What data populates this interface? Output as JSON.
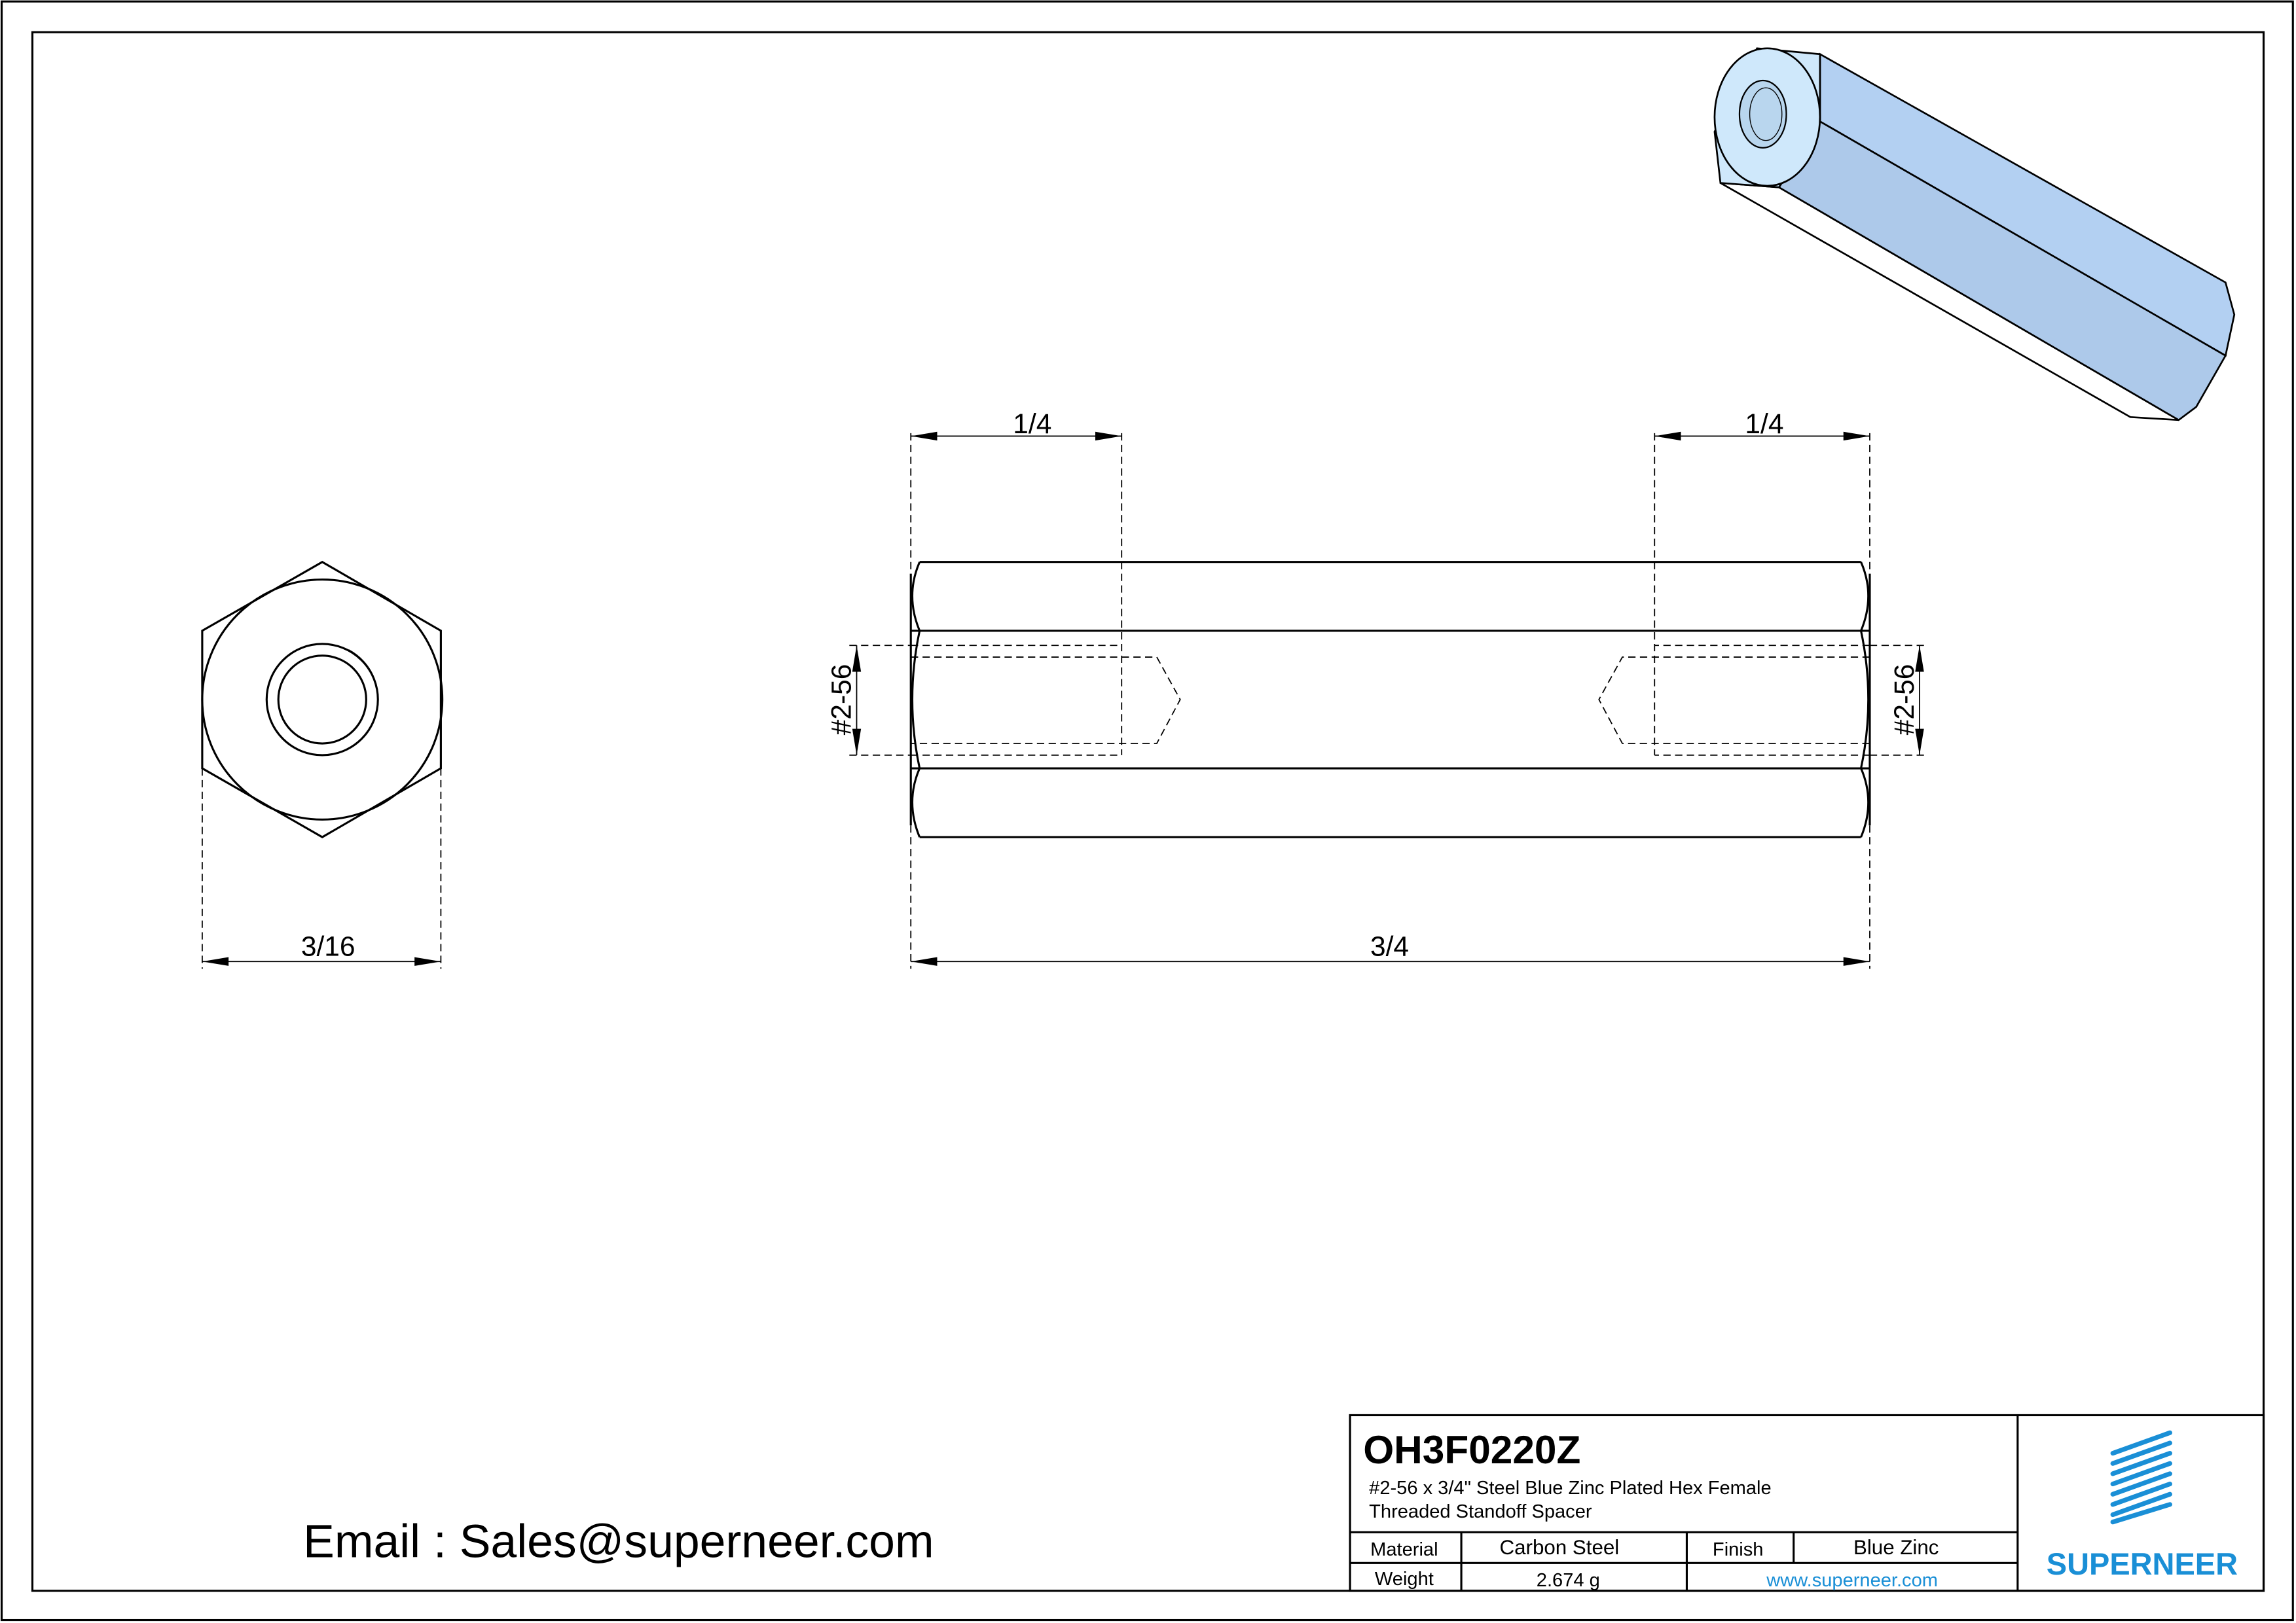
{
  "drawing": {
    "dimensions": {
      "hex_width": "3/16",
      "overall_length": "3/4",
      "thread_depth_left": "1/4",
      "thread_depth_right": "1/4",
      "thread_left": "#2-56",
      "thread_right": "#2-56"
    },
    "email": "Email : Sales@superneer.com"
  },
  "title_block": {
    "part_number": "OH3F0220Z",
    "description_line1": "#2-56 x 3/4\" Steel Blue Zinc Plated Hex Female",
    "description_line2": "Threaded Standoff Spacer",
    "material_label": "Material",
    "material_value": "Carbon Steel",
    "finish_label": "Finish",
    "finish_value": "Blue Zinc",
    "weight_label": "Weight",
    "weight_value": "2.674 g",
    "website": "www.superneer.com",
    "logo_text": "SUPERNEER"
  },
  "colors": {
    "brand_blue": "#1a8fd6",
    "zinc_face_light": "#b3d0f2",
    "zinc_face_mid": "#adc9ea",
    "zinc_end": "#cfe8fb"
  }
}
